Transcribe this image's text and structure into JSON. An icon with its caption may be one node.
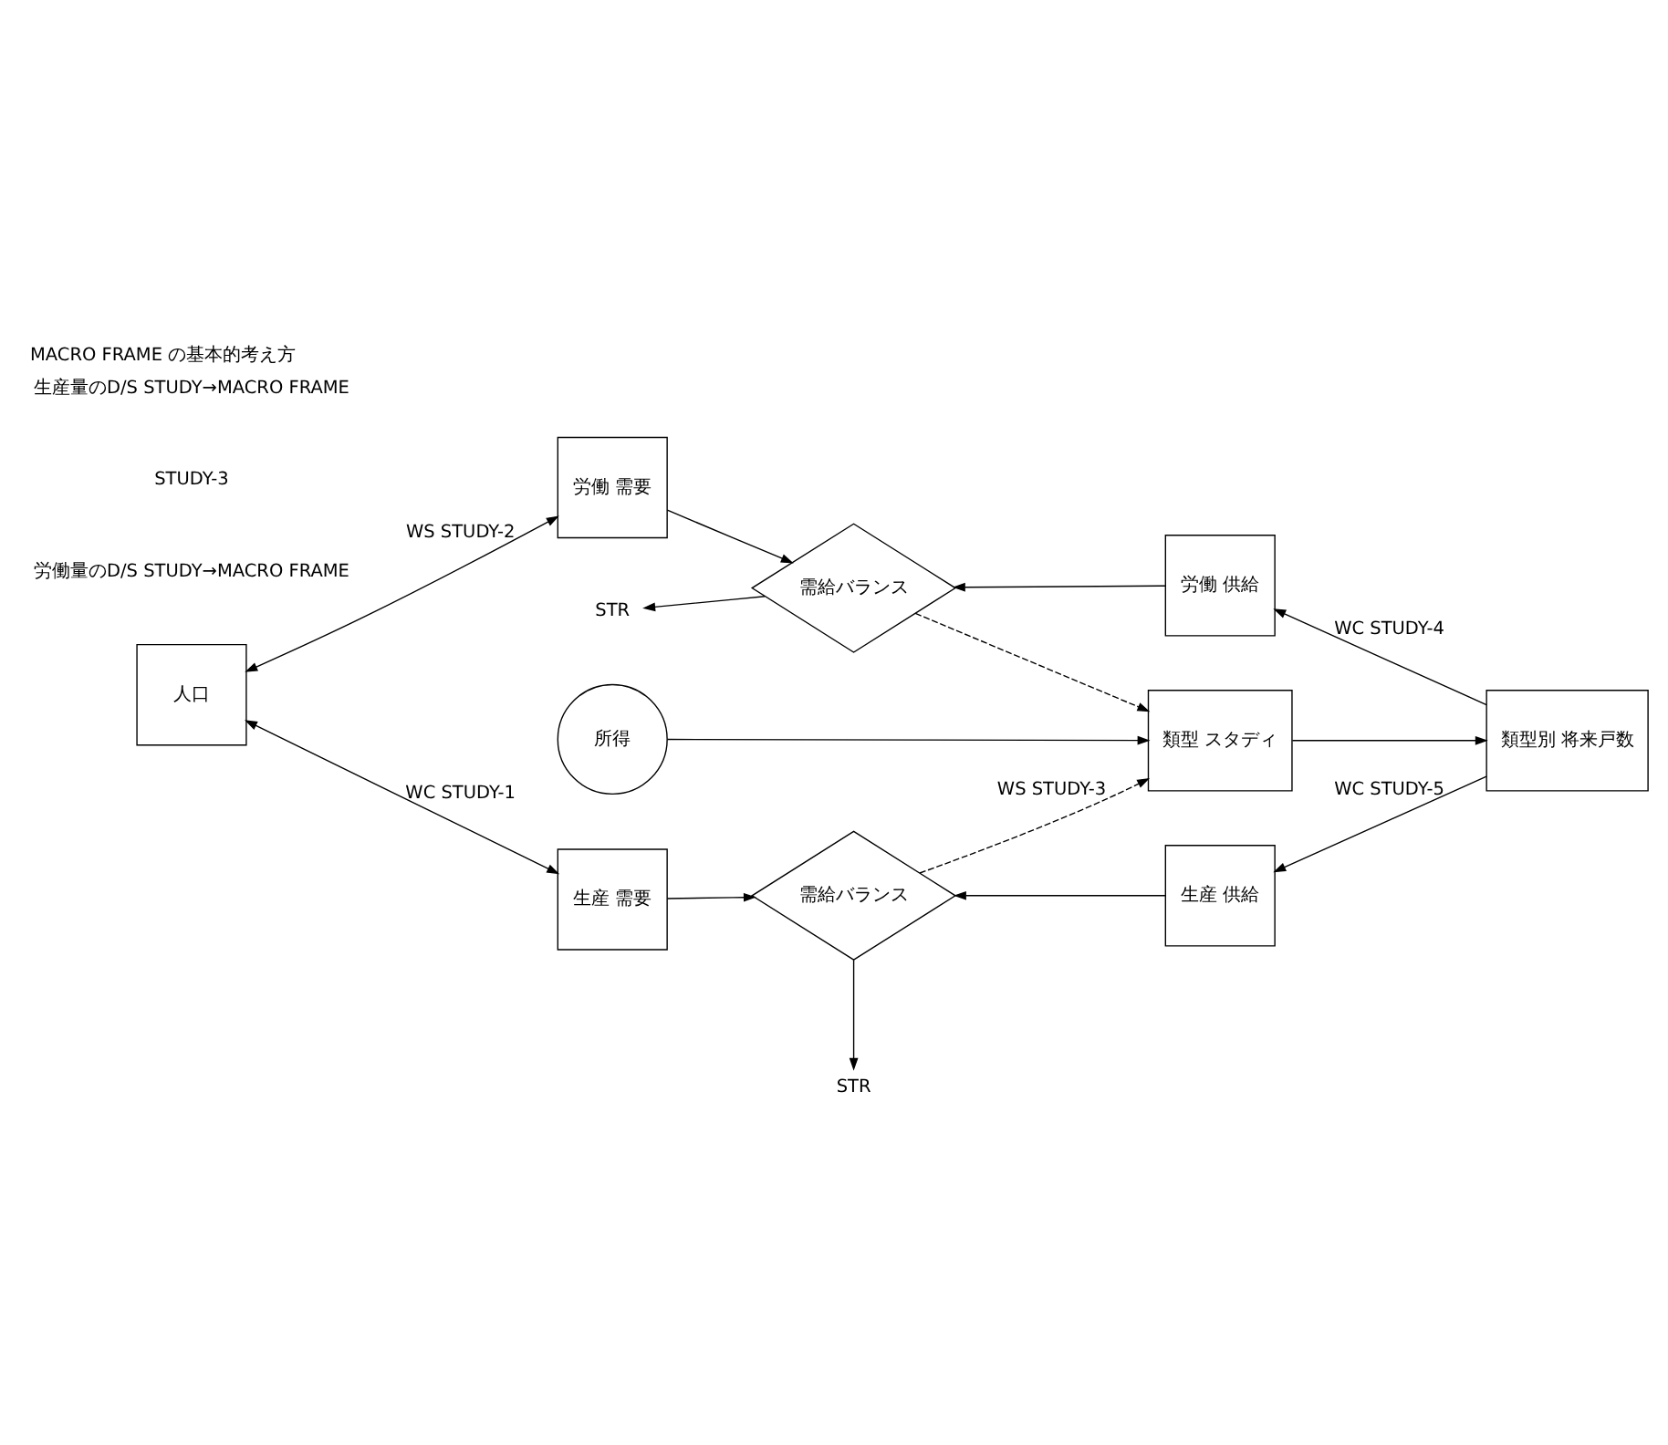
{
  "diagram": {
    "title": "MACRO FRAME の基本的考え方",
    "nodes": [
      {
        "text": [
          "労働 需要"
        ]
      },
      {
        "text": [
          "需給バランス"
        ]
      },
      {
        "text": [
          "労働 供給"
        ]
      },
      {
        "text": [
          "人口"
        ]
      },
      {
        "text": [
          "所得"
        ]
      },
      {
        "text": [
          "類型 スタディ"
        ]
      },
      {
        "text": [
          "類型別 将来戸数"
        ]
      },
      {
        "text": [
          "生産 需要"
        ]
      },
      {
        "text": [
          "需給バランス"
        ]
      },
      {
        "text": [
          "生産 供給"
        ]
      },
      {
        "text": [
          "STR"
        ]
      },
      {
        "text": [
          "STR"
        ]
      }
    ],
    "edges": [
      {
        "from": 3,
        "to": 0,
        "arrow": "both",
        "label": "WS STUDY-2"
      },
      {
        "from": 3,
        "to": 7,
        "arrow": "both",
        "label": "WC STUDY-1"
      },
      {
        "from": 0,
        "to": 1,
        "arrow": "to"
      },
      {
        "from": 2,
        "to": 1,
        "arrow": "to"
      },
      {
        "from": 1,
        "to": 10,
        "arrow": "to"
      },
      {
        "from": 1,
        "to": 5,
        "arrow": "to",
        "style": "dashed"
      },
      {
        "from": 4,
        "to": 5,
        "arrow": "to"
      },
      {
        "from": 8,
        "to": 5,
        "arrow": "to",
        "style": "dashed",
        "label": "WS STUDY-3"
      },
      {
        "from": 5,
        "to": 6,
        "arrow": "to"
      },
      {
        "from": 6,
        "to": 2,
        "arrow": "to",
        "label": "WC STUDY-4"
      },
      {
        "from": 6,
        "to": 9,
        "arrow": "to",
        "label": "WC STUDY-5"
      },
      {
        "from": 7,
        "to": 8,
        "arrow": "to"
      },
      {
        "from": 9,
        "to": 8,
        "arrow": "to"
      },
      {
        "from": 8,
        "to": 11,
        "arrow": "to"
      }
    ],
    "labels": [
      "労働量のD/S STUDY→MACRO FRAME",
      "STUDY-3",
      "生産量のD/S STUDY→MACRO FRAME"
    ]
  }
}
